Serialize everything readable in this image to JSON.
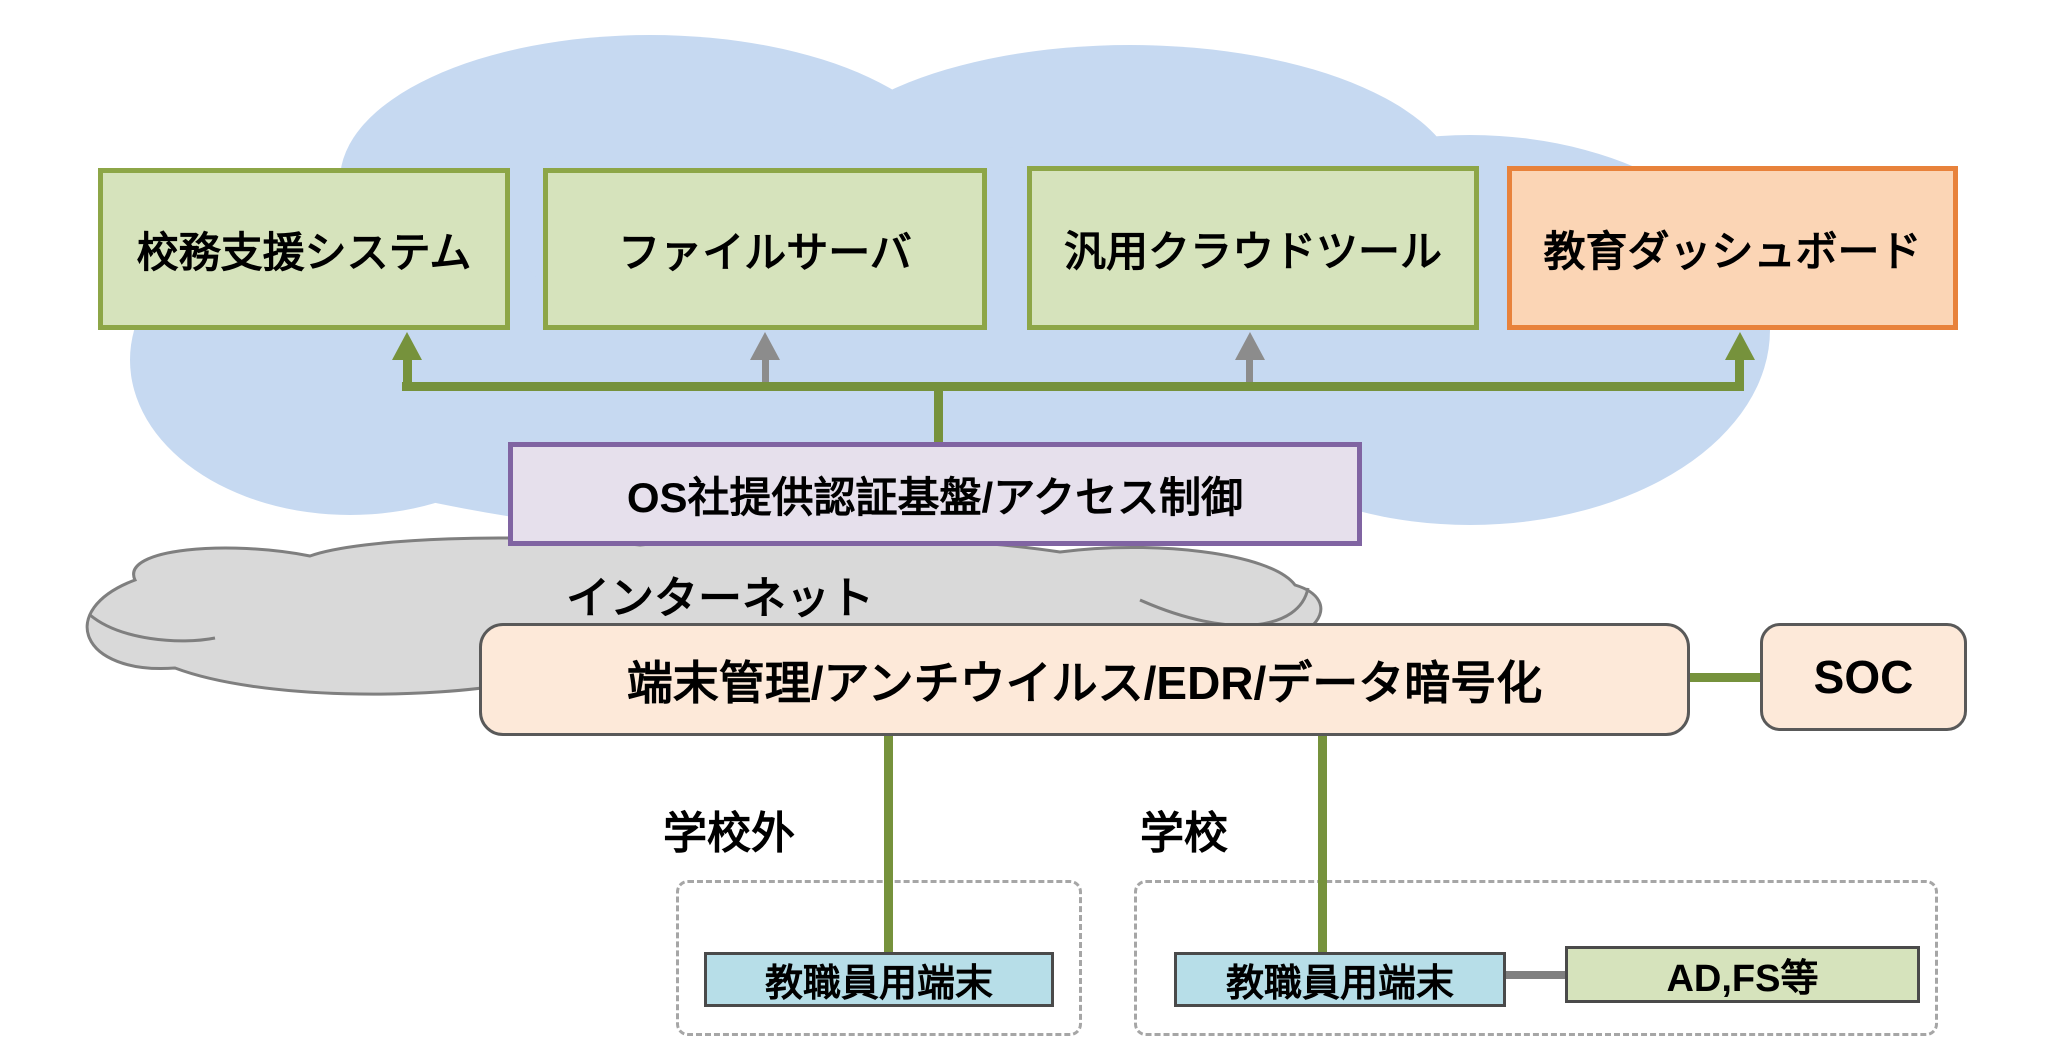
{
  "cloud_services": {
    "boxes": [
      {
        "label": "校務支援システム",
        "style": "green",
        "arrow": "green"
      },
      {
        "label": "ファイルサーバ",
        "style": "green",
        "arrow": "gray"
      },
      {
        "label": "汎用クラウドツール",
        "style": "green",
        "arrow": "gray"
      },
      {
        "label": "教育ダッシュボード",
        "style": "orange",
        "arrow": "green"
      }
    ]
  },
  "auth": {
    "label": "OS社提供認証基盤/アクセス制御"
  },
  "internet": {
    "label": "インターネット"
  },
  "endpoint": {
    "label": "端末管理/アンチウイルス/EDR/データ暗号化"
  },
  "soc": {
    "label": "SOC"
  },
  "zones": {
    "outside_school": {
      "label": "学校外",
      "terminal": {
        "label": "教職員用端末"
      }
    },
    "school": {
      "label": "学校",
      "terminal": {
        "label": "教職員用端末"
      },
      "server": {
        "label": "AD,FS等"
      }
    }
  },
  "colors": {
    "cloud_blue": "#C6D9F1",
    "cloud_gray": "#D9D9D9",
    "cloud_gray_outline": "#7F7F7F",
    "green_fill": "#D6E3BC",
    "green_border": "#8DA647",
    "orange_fill": "#FBD5B5",
    "orange_border": "#E8823B",
    "purple_fill": "#E6E0EC",
    "purple_border": "#8064A2",
    "peach_fill": "#FDE9D9",
    "teal_fill": "#B7DEE8",
    "connector_green": "#76923C",
    "connector_gray": "#808080",
    "dashed_border": "#A6A6A6",
    "dark_border": "#595959"
  }
}
